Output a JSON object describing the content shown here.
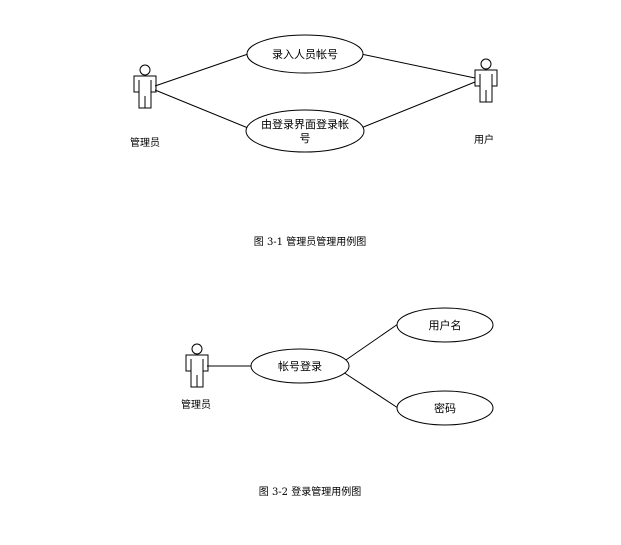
{
  "figure1": {
    "actor_admin": "管理员",
    "actor_user": "用户",
    "usecase_1": "录入人员帐号",
    "usecase_2_line1": "由登录界面登录帐",
    "usecase_2_line2": "号",
    "caption": "图 3-1  管理员管理用例图"
  },
  "figure2": {
    "actor_admin": "管理员",
    "usecase_login": "帐号登录",
    "usecase_username": "用户名",
    "usecase_password": "密码",
    "caption": "图 3-2  登录管理用例图"
  }
}
